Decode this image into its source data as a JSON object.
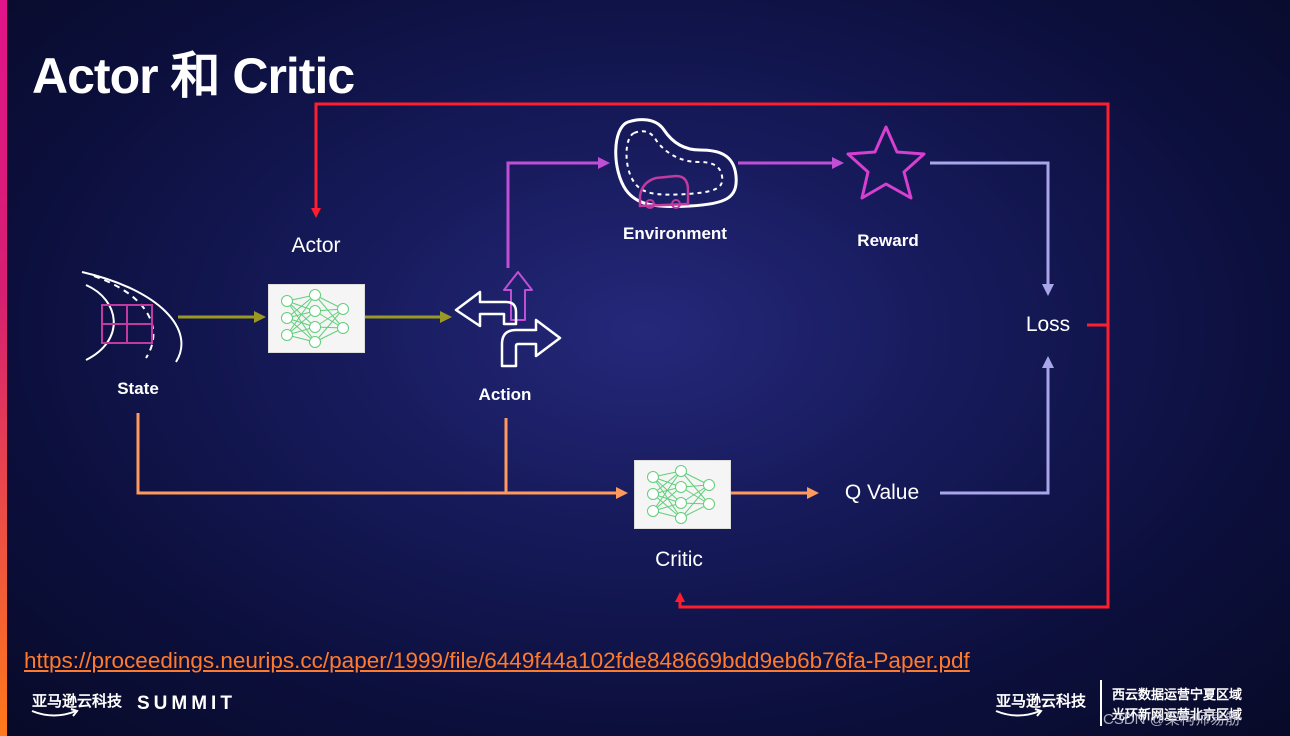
{
  "slide": {
    "title": "Actor 和 Critic",
    "link": "https://proceedings.neurips.cc/paper/1999/file/6449f44a102fde848669bdd9eb6b76fa-Paper.pdf"
  },
  "nodes": {
    "state": "State",
    "actor": "Actor",
    "action": "Action",
    "environment": "Environment",
    "reward": "Reward",
    "loss": "Loss",
    "q_value": "Q Value",
    "critic": "Critic"
  },
  "footer": {
    "brand_left": "亚马逊云科技",
    "summit": "SUMMIT",
    "brand_right": "亚马逊云科技",
    "region_line1": "西云数据运营宁夏区域",
    "region_line2": "光环新网运营北京区域",
    "watermark": "CSDN @架构师易筋"
  },
  "colors": {
    "feedback": "#ff1e2d",
    "state_flow": "#9a9a22",
    "env_flow": "#c04fd6",
    "loss_flow": "#a8a6e8",
    "critic_flow": "#ff9a5c",
    "link": "#ff7a2a"
  },
  "icons": [
    "road-icon",
    "neural-net-icon",
    "direction-arrows-icon",
    "race-track-icon",
    "star-icon"
  ]
}
